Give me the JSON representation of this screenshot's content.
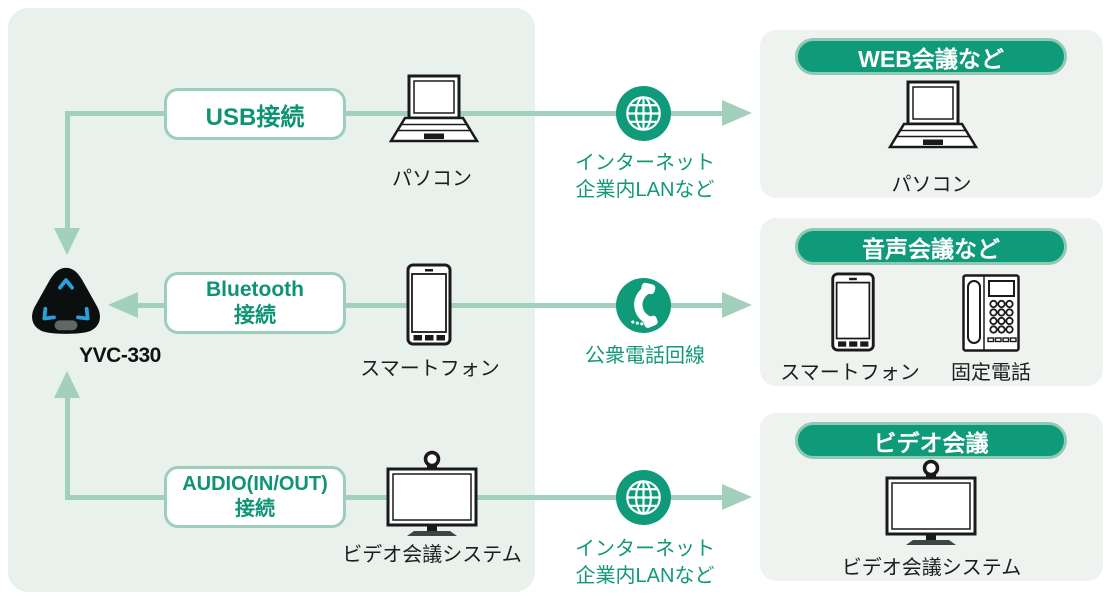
{
  "device": {
    "name": "YVC-330"
  },
  "rows": [
    {
      "connection": [
        "USB接続"
      ],
      "local_device": "パソコン",
      "network": [
        "インターネット",
        "企業内LANなど"
      ],
      "network_icon": "globe-icon",
      "panel_title": "WEB会議など",
      "remote_devices": [
        "パソコン"
      ]
    },
    {
      "connection": [
        "Bluetooth",
        "接続"
      ],
      "local_device": "スマートフォン",
      "network": [
        "公衆電話回線"
      ],
      "network_icon": "phone-icon",
      "panel_title": "音声会議など",
      "remote_devices": [
        "スマートフォン",
        "固定電話"
      ]
    },
    {
      "connection": [
        "AUDIO(IN/OUT)",
        "接続"
      ],
      "local_device": "ビデオ会議システム",
      "network": [
        "インターネット",
        "企業内LANなど"
      ],
      "network_icon": "globe-icon",
      "panel_title": "ビデオ会議",
      "remote_devices": [
        "ビデオ会議システム"
      ]
    }
  ],
  "colors": {
    "accent_green": "#0f9a79",
    "text_green": "#0e9475",
    "line_green": "#a3cfbd",
    "box_border_green": "#9ecdbb",
    "pill_border_green": "#8fcbb4",
    "left_panel_bg": "#e8f1ec",
    "right_panel_bg": "#eff3f0",
    "chevron_blue": "#2ba0da",
    "icon_outline": "#1a1a1a"
  }
}
